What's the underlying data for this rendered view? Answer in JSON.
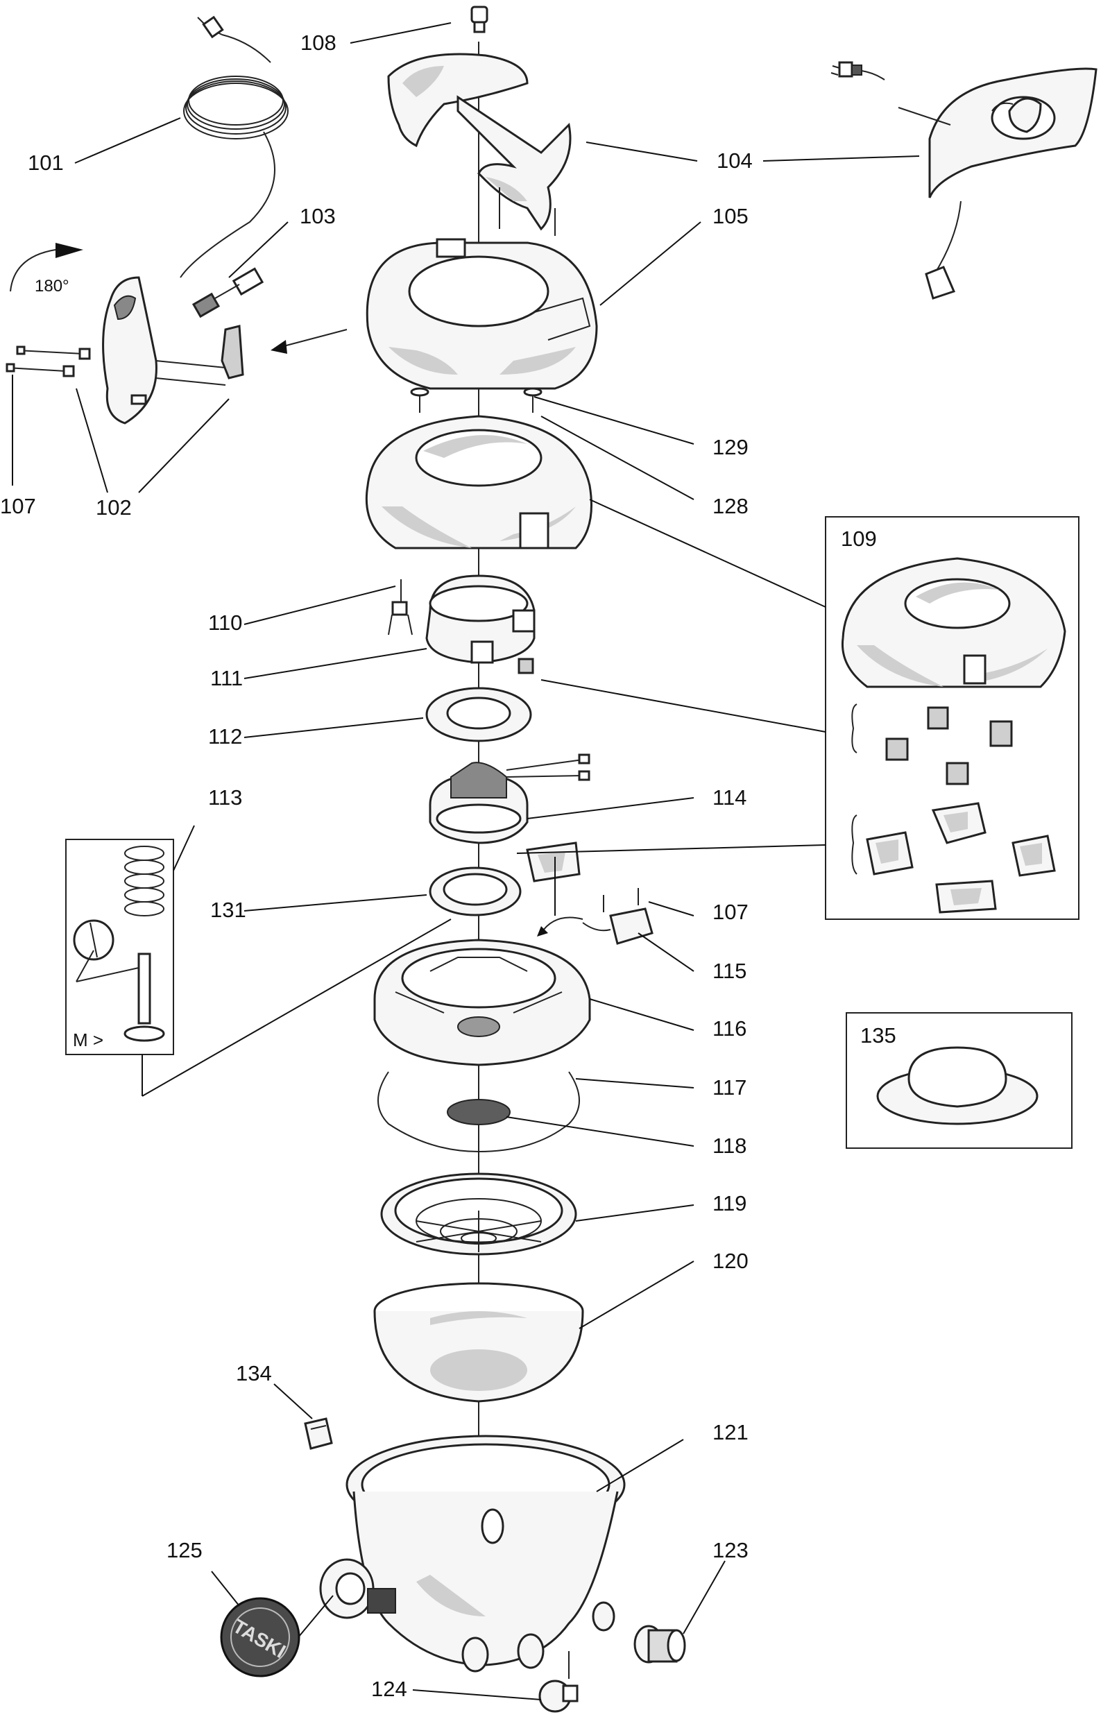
{
  "labels": {
    "l101": "101",
    "l102": "102",
    "l103": "103",
    "l104": "104",
    "l105": "105",
    "l107a": "107",
    "l107b": "107",
    "l108": "108",
    "l109": "109",
    "l110": "110",
    "l111": "111",
    "l112": "112",
    "l113": "113",
    "l114": "114",
    "l115": "115",
    "l116": "116",
    "l117": "117",
    "l118": "118",
    "l119": "119",
    "l120": "120",
    "l121": "121",
    "l123": "123",
    "l124": "124",
    "l125": "125",
    "l128": "128",
    "l129": "129",
    "l131": "131",
    "l134": "134",
    "l135": "135"
  },
  "annotations": {
    "rotation": "180°",
    "measure": "M >",
    "logo": "TASKI"
  }
}
